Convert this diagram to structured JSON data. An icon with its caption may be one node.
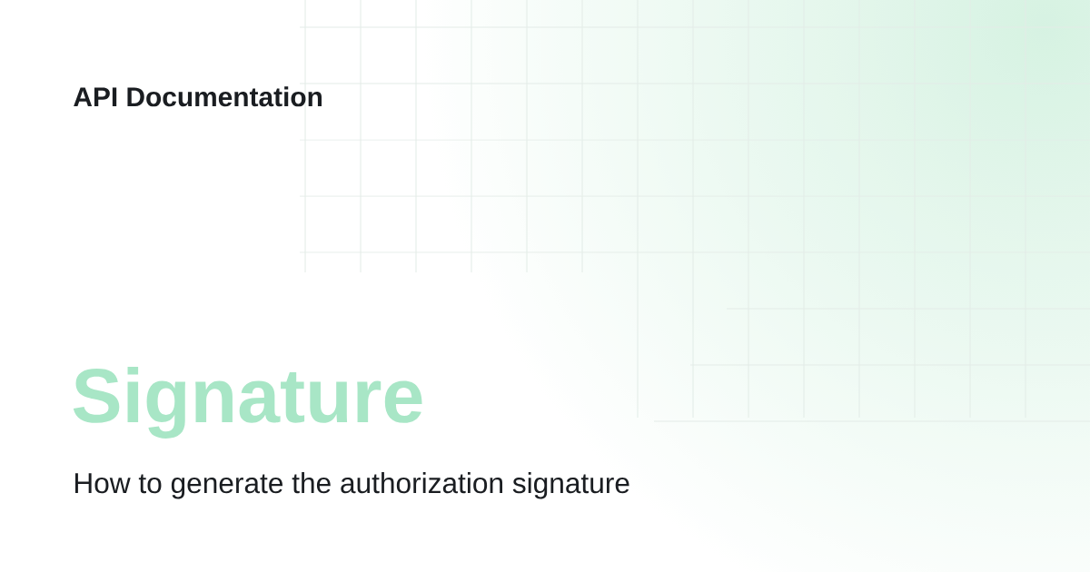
{
  "diagram": {
    "title": "Signature",
    "caption": "How to generate the authorization signature",
    "labels": [
      "API Documentation"
    ]
  }
}
